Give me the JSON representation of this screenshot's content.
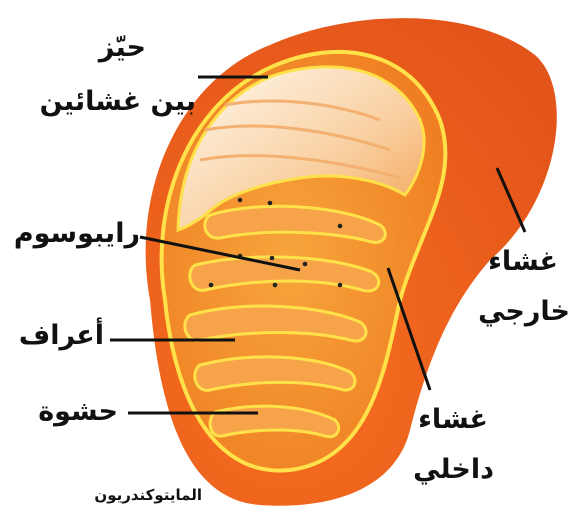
{
  "labels": {
    "intermembrane_space": {
      "line1": "حيّز",
      "line2": "بين غشائين"
    },
    "ribosome": "رايبوسوم",
    "cristae": "أعراف",
    "matrix": "حشوة",
    "outer_membrane": {
      "line1": "غشاء",
      "line2": "خارجي"
    },
    "inner_membrane": {
      "line1": "غشاء",
      "line2": "داخلي"
    }
  },
  "caption": "المايتوكندريون",
  "colors": {
    "outer": "#ea5b1c",
    "inner_fill": "#f28a2c",
    "membrane_edge": "#ffe14a",
    "intermembrane_accent": "#d81e1e",
    "highlight": "#fde4c8"
  }
}
